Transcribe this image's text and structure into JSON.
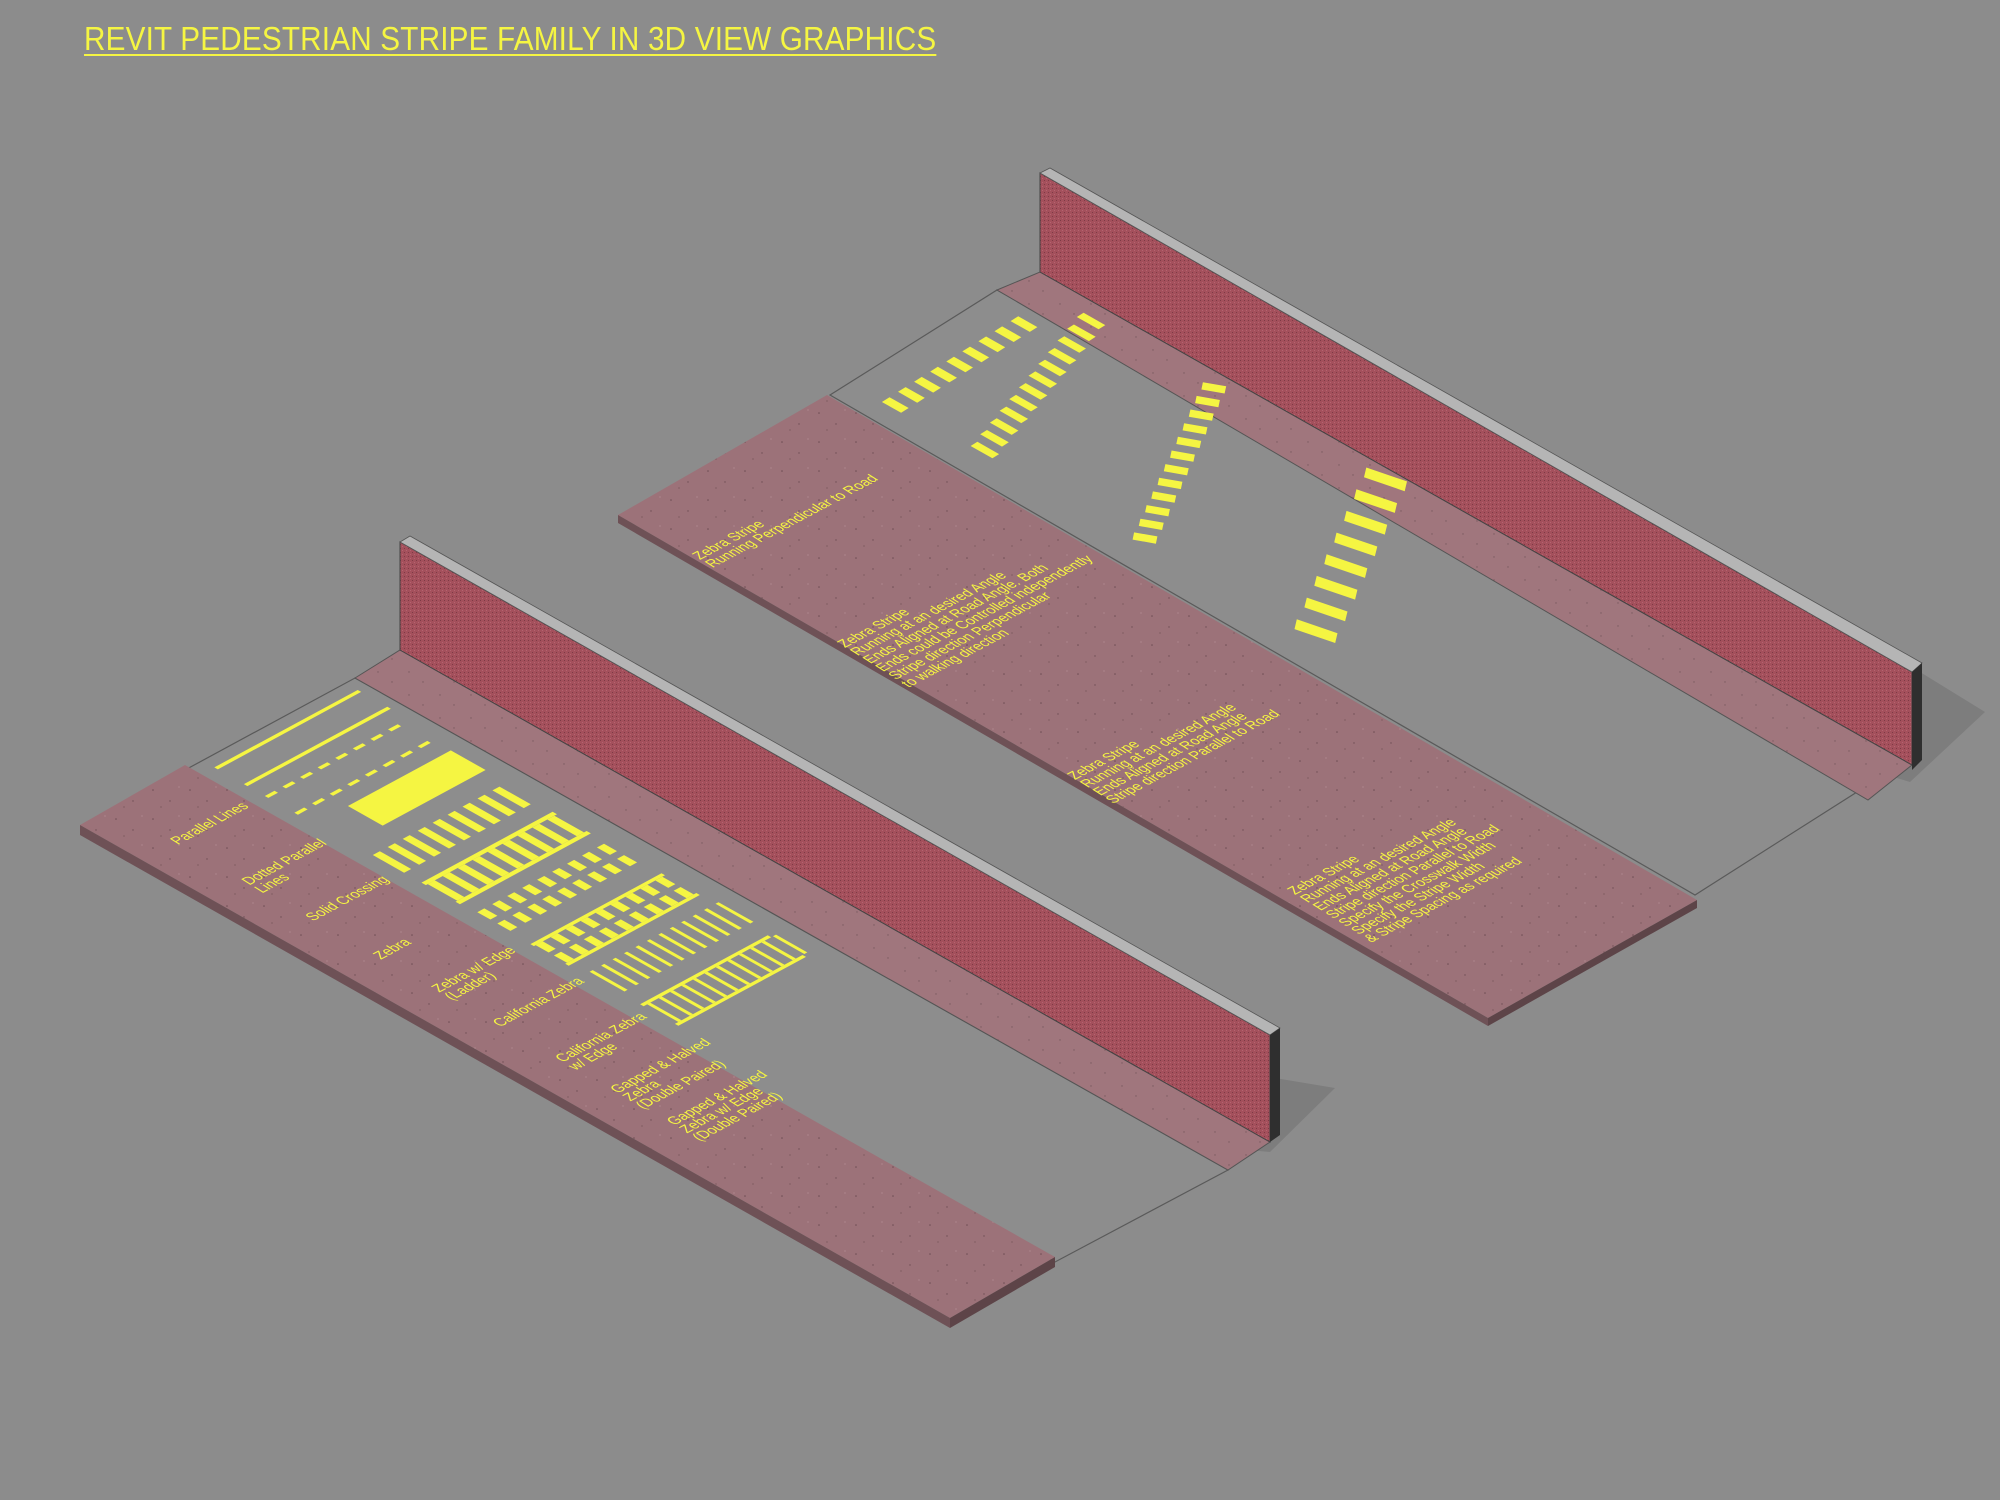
{
  "title": "REVIT PEDESTRIAN STRIPE FAMILY IN 3D VIEW GRAPHICS",
  "colors": {
    "background": "#8c8c8c",
    "sidewalk": "#9a7178",
    "brick_wall": "#a0505c",
    "stripe": "#f5f542",
    "road": "#8e8e8e"
  },
  "left_block": {
    "labels": [
      {
        "lines": [
          "Parallel Lines"
        ]
      },
      {
        "lines": [
          "Dotted Parallel",
          "Lines"
        ]
      },
      {
        "lines": [
          "Solid Crossing"
        ]
      },
      {
        "lines": [
          "Zebra"
        ]
      },
      {
        "lines": [
          "Zebra w/ Edge",
          "(Ladder)"
        ]
      },
      {
        "lines": [
          "California Zebra"
        ]
      },
      {
        "lines": [
          "California Zebra",
          "w/ Edge"
        ]
      },
      {
        "lines": [
          "Gapped & Halved",
          "Zebra",
          "(Double Paired)"
        ]
      },
      {
        "lines": [
          "Gapped & Halved",
          "Zebra w/ Edge",
          "(Double Paired)"
        ]
      }
    ]
  },
  "right_block": {
    "labels": [
      {
        "lines": [
          "Zebra Stripe",
          "Running Perpendicular to Road"
        ]
      },
      {
        "lines": [
          "Zebra Stripe",
          "Running at an desired Angle",
          "Ends Aligned at Road Angle. Both",
          "Ends could be Controlled independently",
          "Stripe direction Perpendicular",
          "to walking direction"
        ]
      },
      {
        "lines": [
          "Zebra Stripe",
          "Running at an desired Angle",
          "Ends Aligned at Road Angle",
          "Stripe direction Parallel to Road"
        ]
      },
      {
        "lines": [
          "Zebra Stripe",
          "Running at an desired Angle",
          "Ends Aligned at Road Angle",
          "Stripe direction Parallel to Road",
          "Specify the Crosswalk Width",
          "Specify the Stripe Width",
          "& Stripe Spacing as required"
        ]
      }
    ]
  }
}
